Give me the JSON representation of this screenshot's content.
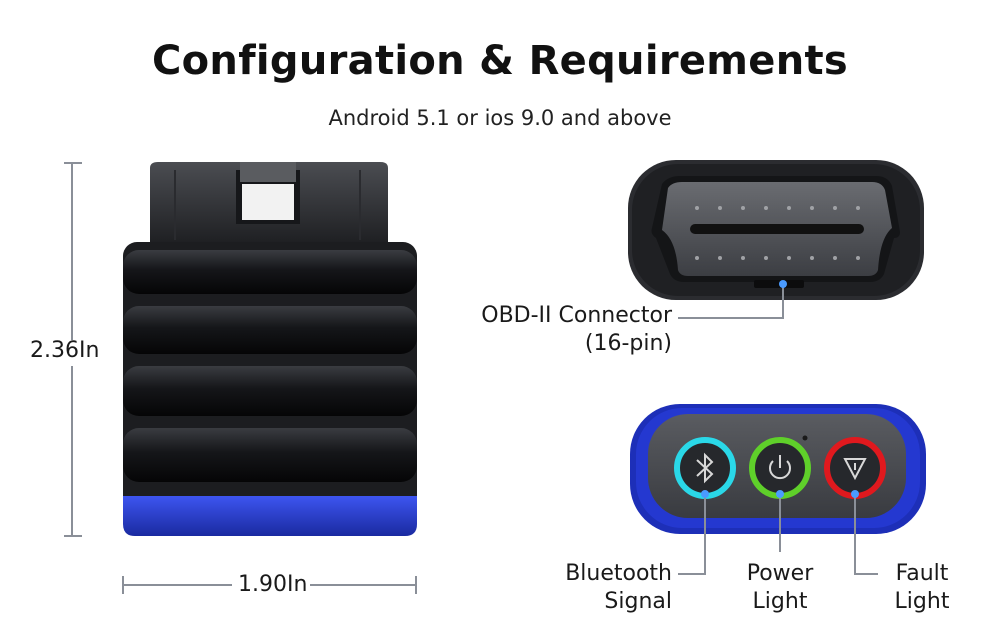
{
  "header": {
    "title": "Configuration & Requirements",
    "subtitle": "Android 5.1 or ios 9.0 and above"
  },
  "dimensions": {
    "height": "2.36In",
    "width": "1.90In"
  },
  "callouts": {
    "connector": {
      "line1": "OBD-II Connector",
      "line2": "(16-pin)"
    },
    "bluetooth": {
      "line1": "Bluetooth",
      "line2": "Signal",
      "color": "#2ad8e8"
    },
    "power": {
      "line1": "Power",
      "line2": "Light",
      "color": "#5fd02a"
    },
    "fault": {
      "line1": "Fault",
      "line2": "Light",
      "color": "#e0191e"
    }
  },
  "colors": {
    "device_body": "#1c1d20",
    "device_base": "#2a3fd1",
    "leader_line": "#8a8f98",
    "leader_dot": "#4a9bff"
  }
}
